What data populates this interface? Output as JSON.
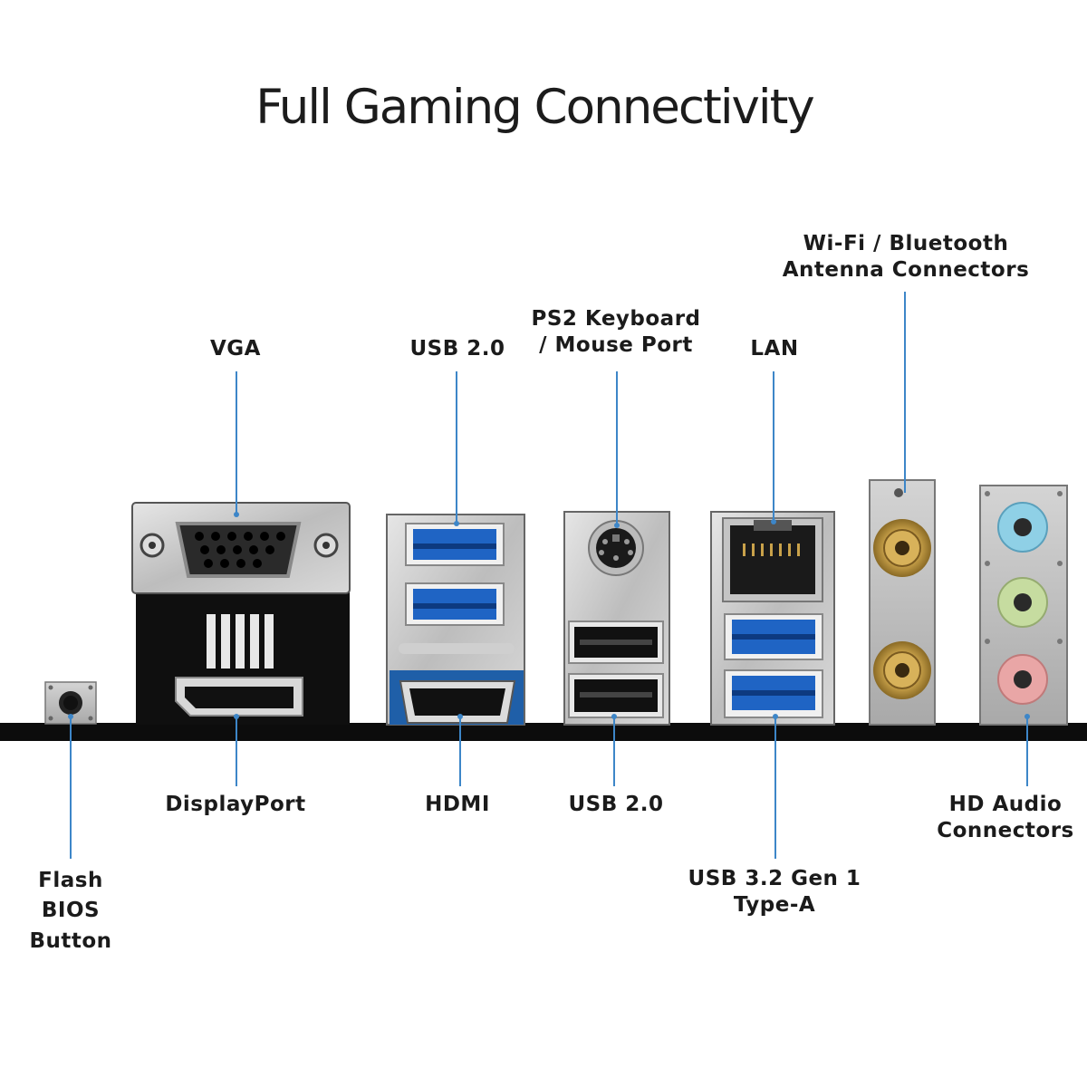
{
  "title": "Full Gaming Connectivity",
  "labels": {
    "vga": "VGA",
    "usb20_top": "USB 2.0",
    "ps2_line1": "PS2 Keyboard",
    "ps2_line2": "/ Mouse Port",
    "lan": "LAN",
    "wifi_line1": "Wi-Fi / Bluetooth",
    "wifi_line2": "Antenna Connectors",
    "displayport": "DisplayPort",
    "hdmi": "HDMI",
    "usb20_bottom": "USB 2.0",
    "hd_audio_line1": "HD Audio",
    "hd_audio_line2": "Connectors",
    "flash_line1": "Flash",
    "flash_line2": "BIOS",
    "flash_line3": "Button",
    "usb32_line1": "USB 3.2 Gen 1",
    "usb32_line2": "Type-A"
  },
  "colors": {
    "leader_line": "#3d86c8",
    "usb3_blue": "#1f64c4",
    "audio_blue": "#8fd0e6",
    "audio_green": "#c6dca0",
    "audio_pink": "#e9a6a6",
    "antenna_gold": "#c9a24a"
  }
}
